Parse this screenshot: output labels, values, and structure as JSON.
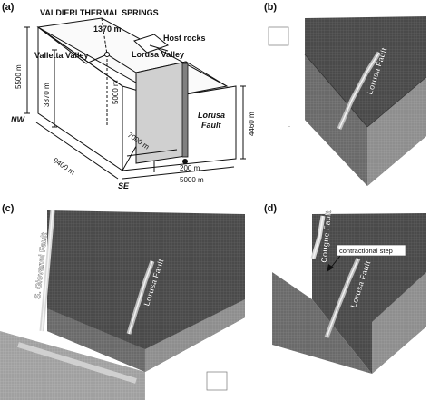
{
  "panel_a": {
    "label": "(a)",
    "title": "VALDIERI THERMAL SPRINGS",
    "elevation": "1370 m",
    "valletta": "Valletta Valley",
    "lorusa_valley": "Lorusa Valley",
    "host_rocks": "Host rocks",
    "lorusa_fault": "Lorusa",
    "lorusa_fault_2": "Fault",
    "dim_5500": "5500 m",
    "dim_3870": "3870 m",
    "dim_5000v": "5000 m",
    "dim_4460": "4460 m",
    "dim_9400": "9400 m",
    "dim_7000": "7000 m",
    "dim_200": "200 m",
    "dim_5000h": "5000 m",
    "nw": "NW",
    "se": "SE"
  },
  "panel_b": {
    "label": "(b)",
    "fault": "Lorusa Fault"
  },
  "panel_c": {
    "label": "(c)",
    "fault1": "S. Giovanni Fault",
    "fault2": "Lorusa Fault"
  },
  "panel_d": {
    "label": "(d)",
    "fault1": "Cougne Fault",
    "fault2": "Lorusa Fault",
    "annotation": "contractional step"
  },
  "colors": {
    "mesh_dark": "#4a4a4a",
    "mesh_mid": "#6e6e6e",
    "mesh_light": "#8e8e8e",
    "fault_shade": "#d0d0d0"
  }
}
